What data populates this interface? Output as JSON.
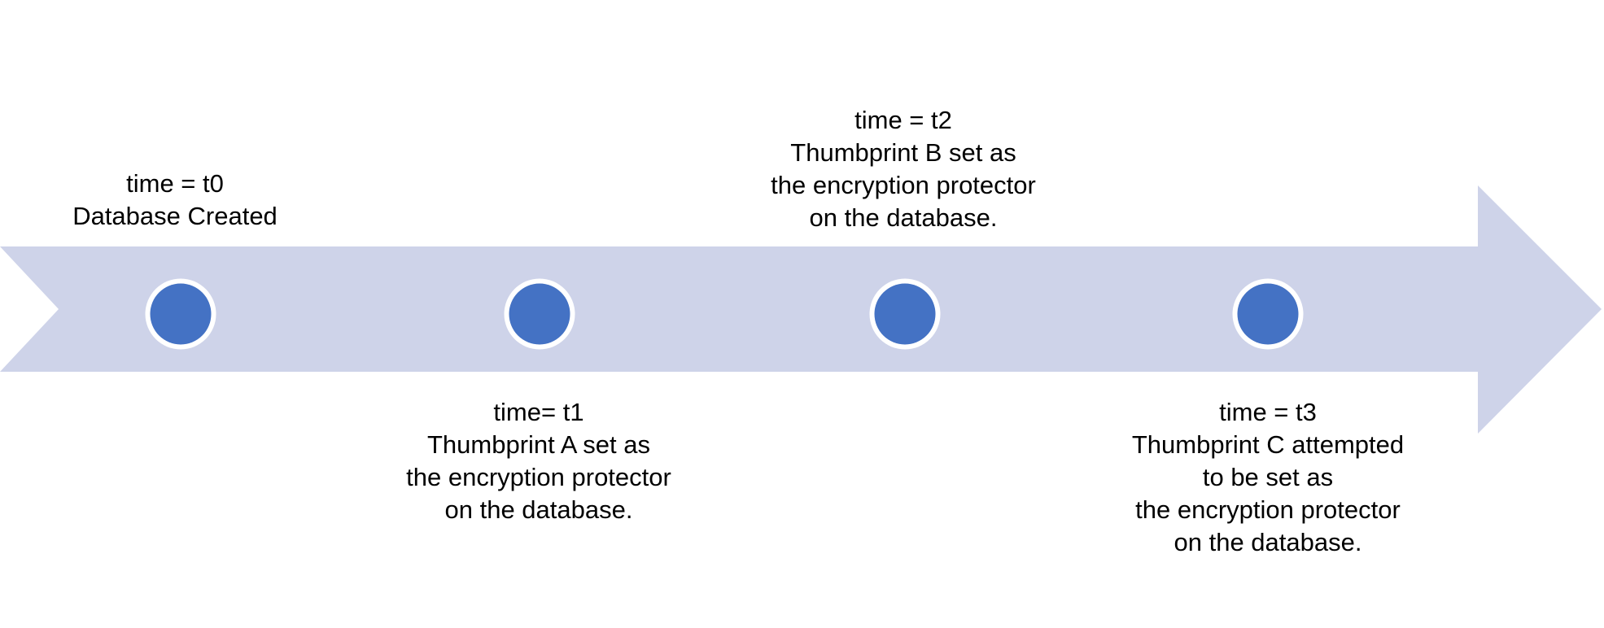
{
  "diagram": {
    "kind": "horizontal-timeline-arrow",
    "direction": "left-to-right",
    "colors": {
      "arrow": "#CED3E9",
      "dot": "#4472C4",
      "dot_ring": "#FFFFFF",
      "text": "#000000",
      "background": "#FFFFFF"
    },
    "events": [
      {
        "label_position": "above",
        "lines": [
          "time = t0",
          "Database Created"
        ]
      },
      {
        "label_position": "below",
        "lines": [
          "time= t1",
          "Thumbprint A set as",
          "the encryption protector",
          "on the database."
        ]
      },
      {
        "label_position": "above",
        "lines": [
          "time = t2",
          "Thumbprint B set as",
          "the encryption protector",
          "on the database."
        ]
      },
      {
        "label_position": "below",
        "lines": [
          "time = t3",
          "Thumbprint C attempted",
          "to be set as",
          "the encryption protector",
          "on the database."
        ]
      }
    ]
  }
}
